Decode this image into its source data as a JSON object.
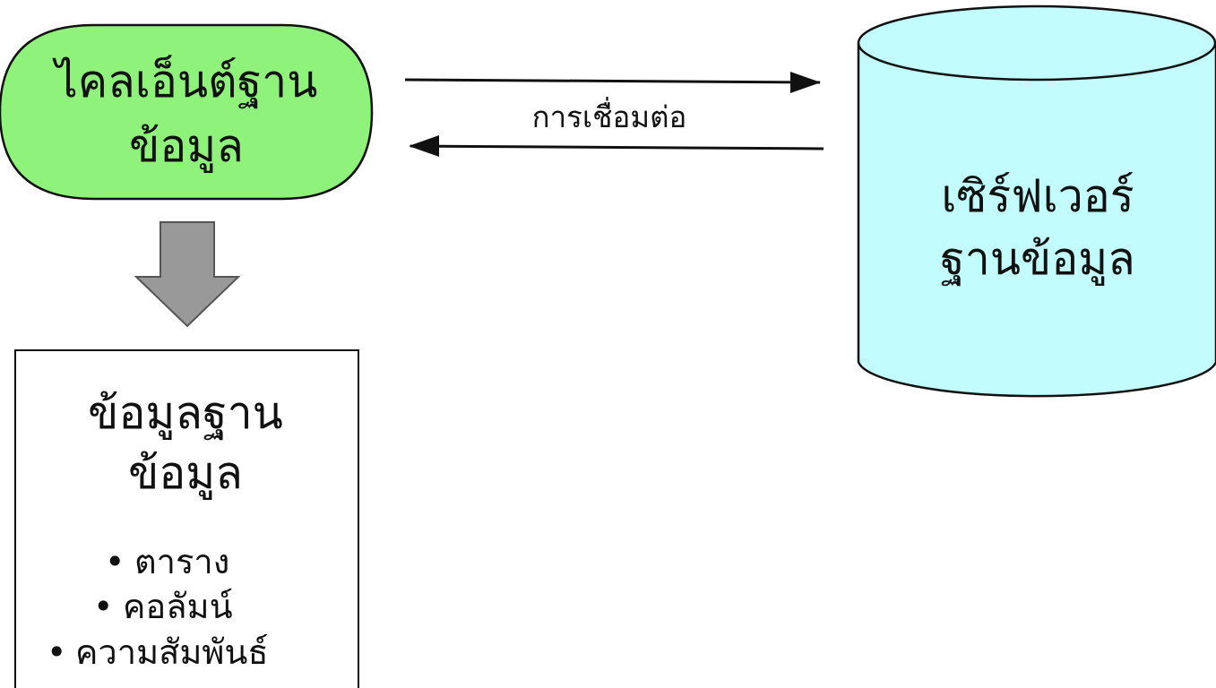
{
  "client": {
    "label_line1": "ไคลเอ็นต์ฐาน",
    "label_line2": "ข้อมูล",
    "fill": "#8ef27b"
  },
  "connection": {
    "label": "การเชื่อมต่อ"
  },
  "server": {
    "label_line1": "เซิร์ฟเวอร์",
    "label_line2": "ฐานข้อมูล",
    "fill": "#c2fcfd"
  },
  "arrow_down": {
    "fill": "#999999"
  },
  "metadata_box": {
    "title_line1": "ข้อมูลฐาน",
    "title_line2": "ข้อมูล",
    "items": [
      {
        "bullet": "•",
        "label": "ตาราง"
      },
      {
        "bullet": "•",
        "label": "คอลัมน์"
      },
      {
        "bullet": "•",
        "label": "ความสัมพันธ์"
      }
    ]
  }
}
